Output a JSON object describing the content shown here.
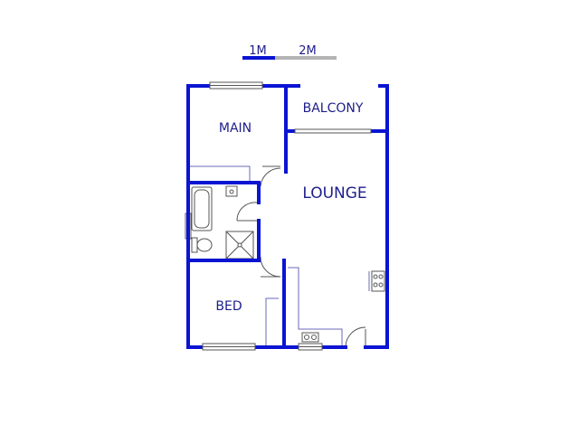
{
  "scale_bar": {
    "label_1": "1M",
    "label_2": "2M"
  },
  "rooms": {
    "main": "MAIN",
    "balcony": "BALCONY",
    "lounge": "LOUNGE",
    "bed": "BED"
  },
  "colors": {
    "wall": "#0a14d2",
    "label": "#1e1e8c",
    "line": "#4a4ab0",
    "fixture": "#555555",
    "scale_gray": "#b4b4b4"
  }
}
